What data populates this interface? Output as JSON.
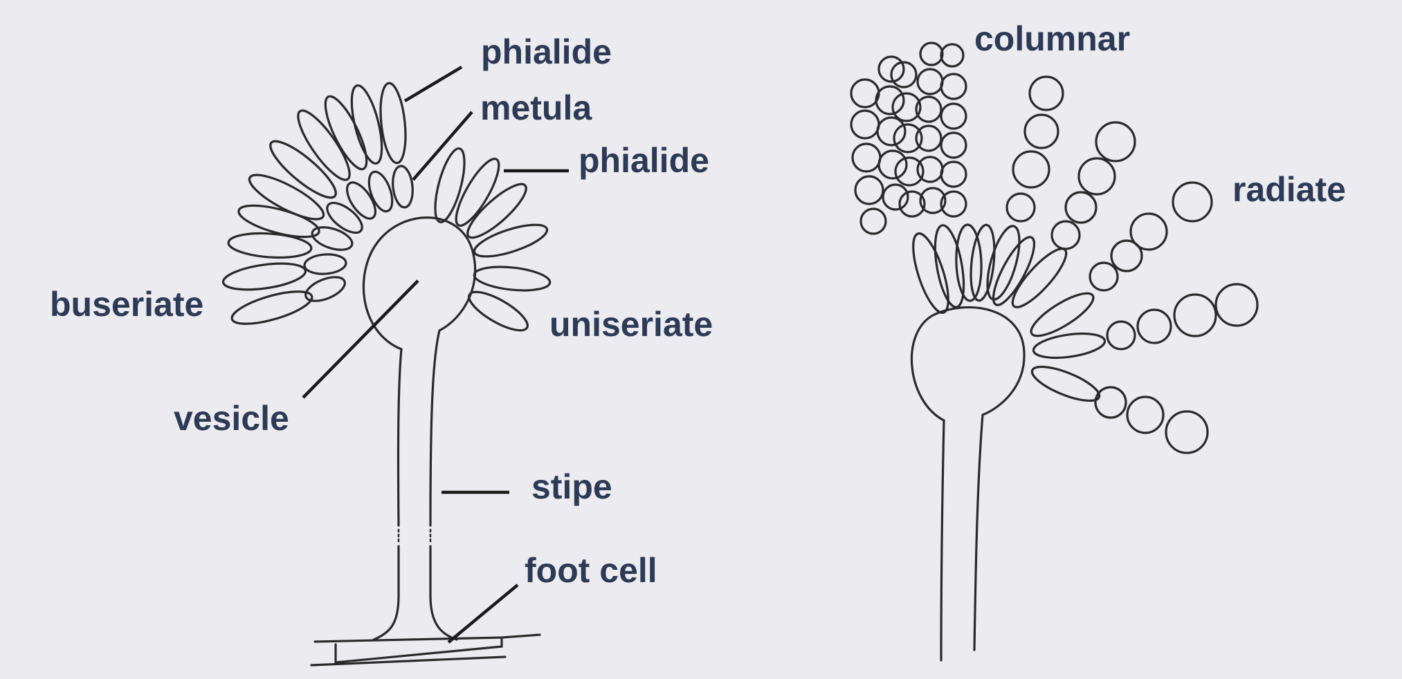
{
  "labels": {
    "phialide_top": "phialide",
    "metula": "metula",
    "phialide_right": "phialide",
    "buseriate": "buseriate",
    "uniseriate": "uniseriate",
    "vesicle": "vesicle",
    "stipe": "stipe",
    "foot_cell": "foot cell",
    "columnar": "columnar",
    "radiate": "radiate"
  },
  "colors": {
    "background": "#ebebf0",
    "label_text": "#2d3a55",
    "drawing_stroke": "#2a2a2a",
    "leader_line": "#1a1a1a"
  }
}
